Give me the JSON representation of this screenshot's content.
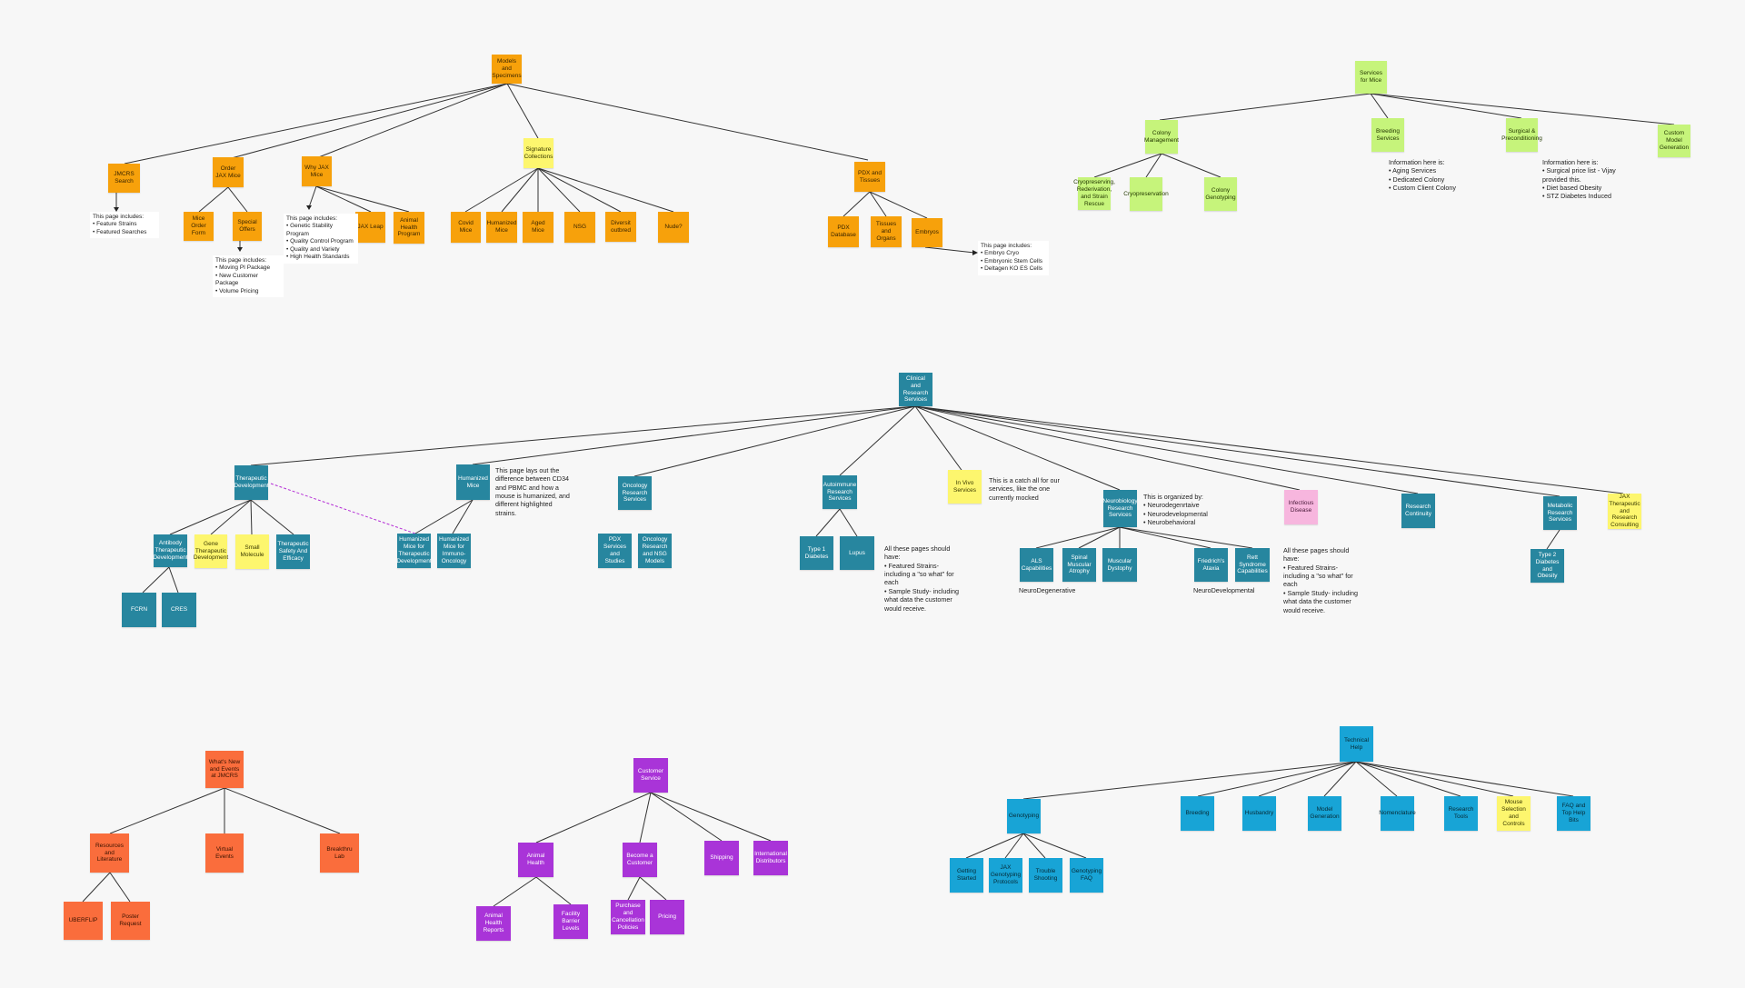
{
  "colors": {
    "orange": "#f7a10b",
    "yellow": "#fdf66e",
    "lime": "#c6f47b",
    "teal": "#27869f",
    "pink": "#f7b6de",
    "coral": "#fa6d3c",
    "purple": "#a934d8",
    "blue": "#18a4d6",
    "connector": "#333333",
    "dashed_link": "#b530d6"
  },
  "models": {
    "root": "Models and Specimens",
    "jmcrs_search": "JMCRS Search",
    "order_jax": "Order JAX Mice",
    "mice_order_form": "Mice Order Form",
    "special_offers": "Special Offers",
    "why_jax": "Why JAX Mice",
    "jax_leap": "JAX Leap",
    "animal_health": "Animal Health Program",
    "signature": "Signature Collections",
    "covid": "Covid Mice",
    "humanized": "Humanized Mice",
    "aged": "Aged Mice",
    "nsg": "NSG",
    "diversity": "Diversit outbred",
    "nude": "Nude?",
    "pdx_tissues": "PDX and Tissues",
    "pdx_database": "PDX Database",
    "tissues_organs": "Tissues and Organs",
    "embryos": "Embryos",
    "note_search": "This page includes:\n• Feature Strains\n• Featured Searches",
    "note_offers": "This page includes:\n• Moving PI Package\n• New Customer Package\n• Volume Pricing",
    "note_why": "This page includes:\n• Genetic Stability Program\n• Quality Control Program\n• Quality and Variety\n• High Health Standards",
    "note_embryos": "This page includes:\n• Embryo Cryo\n• Embryonic Stem Cells\n• Deltagen KO ES Cells"
  },
  "services_mice": {
    "root": "Services for Mice",
    "colony": "Colony Management",
    "breeding": "Breeding Services",
    "surgical": "Surgical & Preconditioning",
    "custom": "Custom Model Generation",
    "cryo": "Cryopreserving, Rederivation, and Strain Rescue",
    "cryopreservation": "Cryopreservation",
    "colony_genotyping": "Colony Genotyping",
    "note_breeding": "Information here is:\n• Aging Services\n• Dedicated Colony\n• Custom Client Colony",
    "note_surgical": "Information here is:\n• Surgical price list - Vijay\nprovided this.\n• Diet based Obesity\n• STZ Diabetes Induced"
  },
  "clinical": {
    "root": "Clinical and Research Services",
    "therapeutic": "Therapeutic Development",
    "antibody": "Antibody Therapeutic Development",
    "gene": "Gene Therapeutic Development",
    "small_molecule": "Small Molecule",
    "safety": "Therapeutic Safety And Efficacy",
    "fcrn": "FCRN",
    "cres": "CRES",
    "humanized": "Humanized Mice",
    "hum_ther": "Humanized Mice for Therapeutic Development",
    "hum_onc": "Humanized Mice for Immuno-Oncology",
    "note_humanized": "This page lays out the difference between CD34 and PBMC and how a mouse is humanized, and different highlighted strains.",
    "oncology": "Oncology Research Services",
    "pdx_services": "PDX Services and Studies",
    "onc_nsg": "Oncology Research and NSG Models",
    "autoimmune": "Autoimmune Research Services",
    "type1": "Type 1 Diabetes",
    "lupus": "Lupus",
    "note_autoimmune": "All these pages should have:\n• Featured Strains- including a \"so what\" for each\n• Sample Study- including what data the customer would receive.",
    "invivo": "In Vivo Services",
    "note_invivo": "This is a catch all for our services, like the one currently mocked",
    "neuro": "Neurobiology Research Services",
    "note_neuro": "This is organized by:\n• Neurodegenrtaive\n• Neurodevelopmental\n• Neurobehavioral",
    "als": "ALS Capabilities",
    "sma": "Spinal Muscular Atrophy",
    "dystrophy": "Muscular Dystophy",
    "friedreichs": "Friedrich's Ataxia",
    "rett": "Rett Syndrome Capabilities",
    "label_degen": "NeuroDegenerative",
    "label_dev": "NeuroDevelopmental",
    "infectious": "Infectious Disease",
    "note_infectious": "All these pages should have:\n• Featured Strains- including a \"so what\" for each\n• Sample Study- including what data the customer would receive.",
    "continuity": "Research Continuity",
    "metabolic": "Metabolic Research Services",
    "type2": "Type 2 Diabetes and Obesity",
    "jax_consulting": "JAX Therapeutic and Research Consulting"
  },
  "news": {
    "root": "What's New and Events at JMCRS",
    "resources": "Resources and Literature",
    "virtual": "Virtual Events",
    "breakthru": "Breakthru Lab",
    "uberflip": "UBERFLIP",
    "poster": "Poster Request"
  },
  "customer": {
    "root": "Customer Service",
    "animal_health": "Animal Health",
    "become": "Become a Customer",
    "shipping": "Shipping",
    "international": "International Distributors",
    "health_reports": "Animal Health Reports",
    "barrier": "Facility Barrier Levels",
    "purchase": "Purchase and Cancellation Policies",
    "pricing": "Pricing"
  },
  "technical": {
    "root": "Technical Help",
    "genotyping": "Genotyping",
    "breeding": "Breeding",
    "husbandry": "Husbandry",
    "model_gen": "Model Generation",
    "nomenclature": "Nomenclature",
    "research_tools": "Research Tools",
    "mouse_selection": "Mouse Selection and Controls",
    "faq": "FAQ and Top Help Bits",
    "getting_started": "Getting Started",
    "protocols": "JAX Genotyping Protocols",
    "troubleshooting": "Trouble Shooting",
    "geno_faq": "Genotyping FAQ"
  }
}
